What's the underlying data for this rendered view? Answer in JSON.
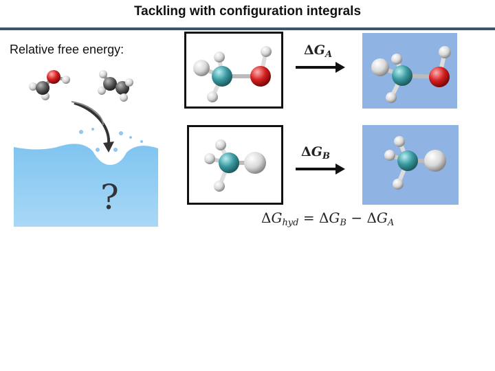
{
  "slide": {
    "title": "Tackling with configuration integrals",
    "subtitle": "Relative free energy:",
    "question_mark": "?"
  },
  "labels": {
    "path_a": {
      "delta": "Δ",
      "symbol": "G",
      "subscript": "A"
    },
    "path_b": {
      "delta": "Δ",
      "symbol": "G",
      "subscript": "B"
    }
  },
  "equation": {
    "lhs_delta": "Δ",
    "lhs_symbol": "G",
    "lhs_sub": "hyd",
    "equals": "=",
    "t1_delta": "Δ",
    "t1_symbol": "G",
    "t1_sub": "B",
    "minus": "−",
    "t2_delta": "Δ",
    "t2_symbol": "G",
    "t2_sub": "A"
  },
  "colors": {
    "title_rule": "#3b5570",
    "water": "#8fc8ef",
    "solvent_panel": "#8fb4e3",
    "carbon": "#3a9aa0",
    "oxygen": "#d42020",
    "hydrogen": "#d8d8d8"
  },
  "icons": {
    "arrow": "right-arrow-icon",
    "curved_arrow": "curved-arrow-icon"
  }
}
